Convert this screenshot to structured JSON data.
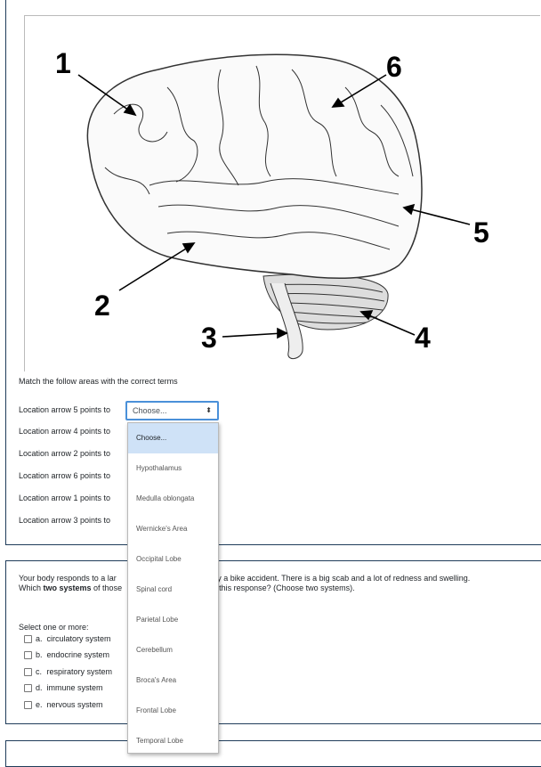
{
  "question1": {
    "figure_labels": [
      "1",
      "2",
      "3",
      "4",
      "5",
      "6"
    ],
    "prompt": "Match the follow areas with the correct terms",
    "rows": [
      {
        "label": "Location arrow 5 points to"
      },
      {
        "label": "Location arrow 4 points to"
      },
      {
        "label": "Location arrow 2 points to"
      },
      {
        "label": "Location arrow 6 points to"
      },
      {
        "label": "Location arrow 1 points to"
      },
      {
        "label": "Location arrow 3 points to"
      }
    ],
    "select_value": "Choose...",
    "options": [
      "Choose...",
      "Hypothalamus",
      "Medulla oblongata",
      "Wernicke's Area",
      "Occipital Lobe",
      "Spinal cord",
      "Parietal Lobe",
      "Cerebellum",
      "Broca's Area",
      "Frontal Lobe",
      "Temporal Lobe"
    ]
  },
  "question2": {
    "line1_left": "Your body responds to a lar",
    "line1_right": "ed by a bike accident. There is a big scab and a lot of redness and swelling.",
    "line2_a": "Which ",
    "line2_bold": "two systems",
    "line2_b": " of those",
    "line2_right": "vers in this response? (Choose two systems).",
    "select_label": "Select one or more:",
    "choices": [
      {
        "letter": "a.",
        "text": "circulatory system"
      },
      {
        "letter": "b.",
        "text": "endocrine system"
      },
      {
        "letter": "c.",
        "text": "respiratory system"
      },
      {
        "letter": "d.",
        "text": "immune system"
      },
      {
        "letter": "e.",
        "text": "nervous system"
      }
    ]
  }
}
